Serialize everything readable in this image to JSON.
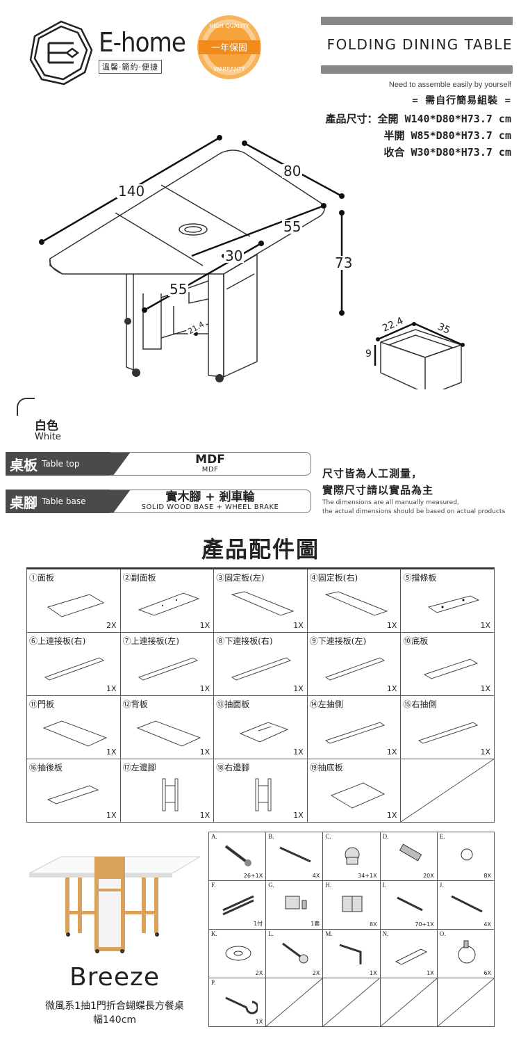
{
  "header": {
    "brand": "E-home",
    "brand_tagline": "溫馨·簡約·便捷",
    "badge_top": "HIGH QUALITY",
    "badge_center": "一年保固",
    "badge_bottom": "WARRANTY",
    "title": "FOLDING DINING TABLE"
  },
  "specs": {
    "assemble_en": "Need to assemble easily by yourself",
    "assemble_cn": "= 需自行簡易組裝 =",
    "size_full": "產品尺寸：全開 W140*D80*H73.7 cm",
    "size_half": "半開 W85*D80*H73.7 cm",
    "size_closed": "收合 W30*D80*H73.7 cm"
  },
  "dimensions": {
    "length": "140",
    "depth": "80",
    "leaf_back": "55",
    "center": "30",
    "leaf_front": "55",
    "height": "73",
    "shelf": "21.4",
    "drawer_w": "22.4",
    "drawer_d": "35",
    "drawer_h": "9"
  },
  "color": {
    "cn": "白色",
    "en": "White"
  },
  "materials": [
    {
      "cn": "桌板",
      "en": "Table top",
      "main": "MDF",
      "sub": "MDF"
    },
    {
      "cn": "桌腳",
      "en": "Table base",
      "main": "實木腳 + 剎車輪",
      "sub": "SOLID WOOD BASE + WHEEL BRAKE"
    }
  ],
  "note": {
    "cn1": "尺寸皆為人工測量，",
    "cn2": "實際尺寸請以實品為主",
    "en1": "The dimensions are all manually measured,",
    "en2": "the actual dimensions should be based on actual products"
  },
  "parts_title": "產品配件圖",
  "parts": [
    [
      {
        "label": "①面板",
        "qty": "2X"
      },
      {
        "label": "②副面板",
        "qty": "1X"
      },
      {
        "label": "③固定板(左)",
        "qty": "1X"
      },
      {
        "label": "④固定板(右)",
        "qty": "1X"
      },
      {
        "label": "⑤擋條板",
        "qty": "1X"
      }
    ],
    [
      {
        "label": "⑥上連接板(右)",
        "qty": "1X"
      },
      {
        "label": "⑦上連接板(左)",
        "qty": "1X"
      },
      {
        "label": "⑧下連接板(右)",
        "qty": "1X"
      },
      {
        "label": "⑨下連接板(左)",
        "qty": "1X"
      },
      {
        "label": "⑩底板",
        "qty": "1X"
      }
    ],
    [
      {
        "label": "⑪門板",
        "qty": "1X"
      },
      {
        "label": "⑫背板",
        "qty": "1X"
      },
      {
        "label": "⑬抽面板",
        "qty": "1X"
      },
      {
        "label": "⑭左抽側",
        "qty": "1X"
      },
      {
        "label": "⑮右抽側",
        "qty": "1X"
      }
    ],
    [
      {
        "label": "⑯抽後板",
        "qty": "1X"
      },
      {
        "label": "⑰左邊腳",
        "qty": "1X"
      },
      {
        "label": "⑱右邊腳",
        "qty": "1X"
      },
      {
        "label": "⑲抽底板",
        "qty": "1X"
      },
      {
        "label": "",
        "qty": ""
      }
    ]
  ],
  "hardware": [
    [
      {
        "label": "A.",
        "qty": "26+1X"
      },
      {
        "label": "B.",
        "qty": "4X"
      },
      {
        "label": "C.",
        "qty": "34+1X"
      },
      {
        "label": "D.",
        "qty": "20X"
      },
      {
        "label": "E.",
        "qty": "8X"
      }
    ],
    [
      {
        "label": "F.",
        "qty": "1付"
      },
      {
        "label": "G.",
        "qty": "1套"
      },
      {
        "label": "H.",
        "qty": "8X"
      },
      {
        "label": "I.",
        "qty": "70+1X"
      },
      {
        "label": "J.",
        "qty": "4X"
      }
    ],
    [
      {
        "label": "K.",
        "qty": "2X"
      },
      {
        "label": "L.",
        "qty": "2X"
      },
      {
        "label": "M.",
        "qty": "1X"
      },
      {
        "label": "N.",
        "qty": "1X"
      },
      {
        "label": "O.",
        "qty": "6X"
      }
    ],
    [
      {
        "label": "P.",
        "qty": "1X"
      },
      {
        "label": "",
        "qty": ""
      },
      {
        "label": "",
        "qty": ""
      },
      {
        "label": "",
        "qty": ""
      },
      {
        "label": "",
        "qty": ""
      }
    ]
  ],
  "product": {
    "name": "Breeze",
    "desc": "微風系1抽1門折合蝴蝶長方餐桌",
    "width": "幅140cm"
  }
}
